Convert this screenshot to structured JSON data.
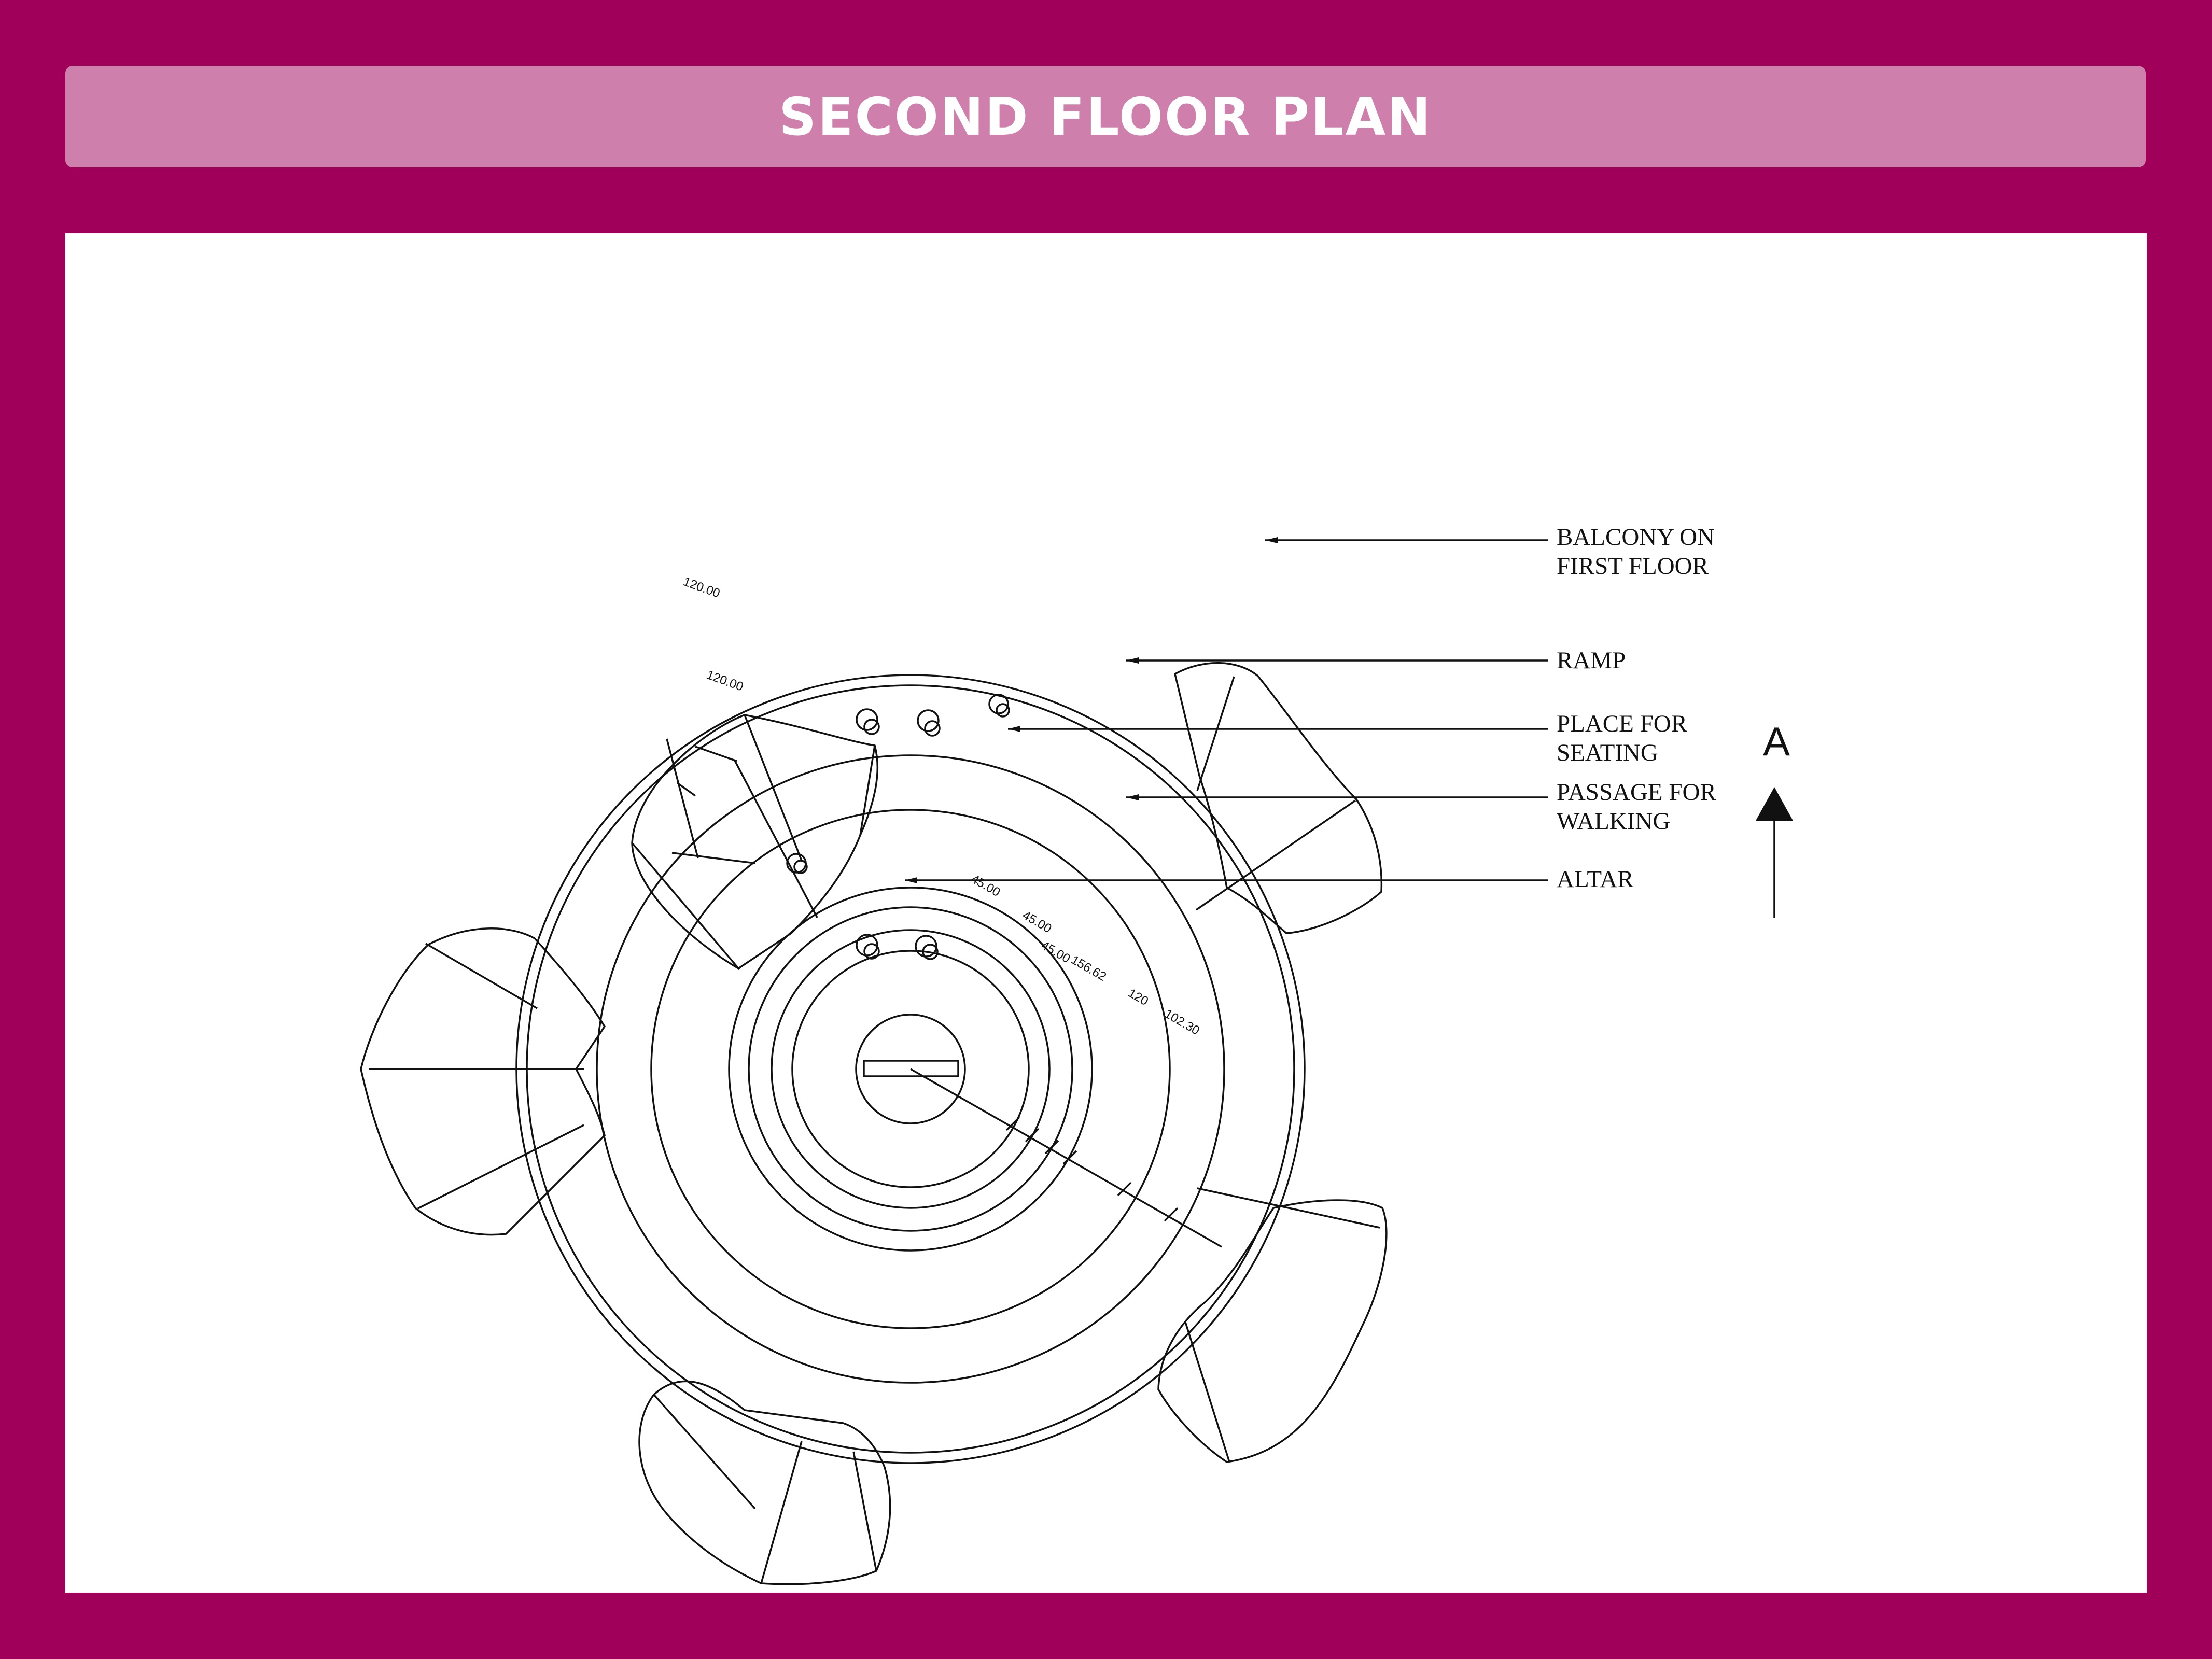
{
  "title": "SECOND FLOOR PLAN",
  "callouts": {
    "balcony": "BALCONY ON\nFIRST FLOOR",
    "ramp": "RAMP",
    "seating": "PLACE FOR\nSEATING",
    "passage": "PASSAGE FOR\nWALKING",
    "altar": "ALTAR"
  },
  "north_arrow_label": "A",
  "dimensions": {
    "d1": "120.00",
    "d2": "120.00",
    "d3": "45.00",
    "d4": "45.00",
    "d5": "45.00",
    "d6": "156.62",
    "d7": "120",
    "d8": "102.30"
  },
  "colors": {
    "frame": "#a0005a",
    "title_bar": "#cf7fac",
    "title_text": "#ffffff",
    "panel": "#ffffff",
    "lines": "#111111"
  }
}
